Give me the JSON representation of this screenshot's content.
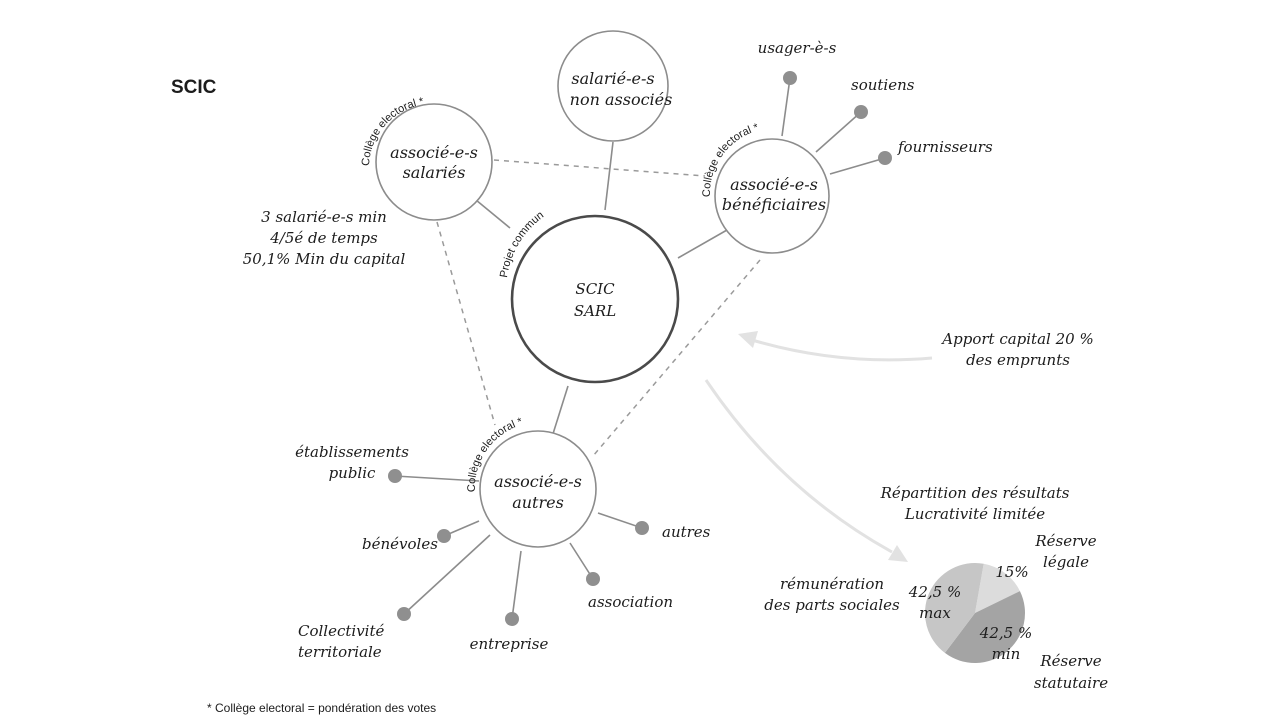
{
  "title": "SCIC",
  "center": {
    "line1": "SCIC",
    "line2": "SARL",
    "arc_label": "Projet commun"
  },
  "nodes": {
    "non_associes": {
      "line1": "salarié-e-s",
      "line2": "non associés"
    },
    "salaries": {
      "line1": "associé-e-s",
      "line2": "salariés",
      "arc_label": "Collège electoral *"
    },
    "beneficiaires": {
      "line1": "associé-e-s",
      "line2": "bénéficiaires",
      "arc_label": "Collège electoral *"
    },
    "autres": {
      "line1": "associé-e-s",
      "line2": "autres",
      "arc_label": "Collège electoral *"
    }
  },
  "salaries_note": [
    "3 salarié-e-s min",
    "4/5é de temps",
    "50,1% Min du capital"
  ],
  "beneficiary_types": [
    "usager-è-s",
    "soutiens",
    "fournisseurs"
  ],
  "other_types": {
    "etab_public": [
      "établissements",
      "public"
    ],
    "benevoles": "bénévoles",
    "collectivite": [
      "Collectivité",
      "territoriale"
    ],
    "entreprise": "entreprise",
    "association": "association",
    "autres": "autres"
  },
  "apport": [
    "Apport capital 20 %",
    "des emprunts"
  ],
  "repartition": {
    "title_lines": [
      "Répartition des résultats",
      "Lucrativité limitée"
    ],
    "left_label": [
      "rémunération",
      "des parts sociales"
    ],
    "reserve_legale": [
      "Réserve",
      "légale"
    ],
    "reserve_statutaire": [
      "Réserve",
      "statutaire"
    ],
    "slice_labels": {
      "legale": "15%",
      "statutaire": [
        "42,5 %",
        "min"
      ],
      "remuneration": [
        "42,5 %",
        "max"
      ]
    }
  },
  "pie_data": {
    "type": "pie",
    "slices": [
      {
        "name": "Réserve légale",
        "value": 15,
        "color": "#dcdcdc"
      },
      {
        "name": "Réserve statutaire",
        "value": 42.5,
        "color": "#a4a4a4"
      },
      {
        "name": "rémunération des parts sociales",
        "value": 42.5,
        "color": "#c6c6c6"
      }
    ]
  },
  "footnote": "* Collège electoral = pondération des votes",
  "colors": {
    "main_circle": "#4a4a4a",
    "circle": "#8c8c8c",
    "dot": "#8f8f8f",
    "arrow": "#e2e2e2"
  }
}
